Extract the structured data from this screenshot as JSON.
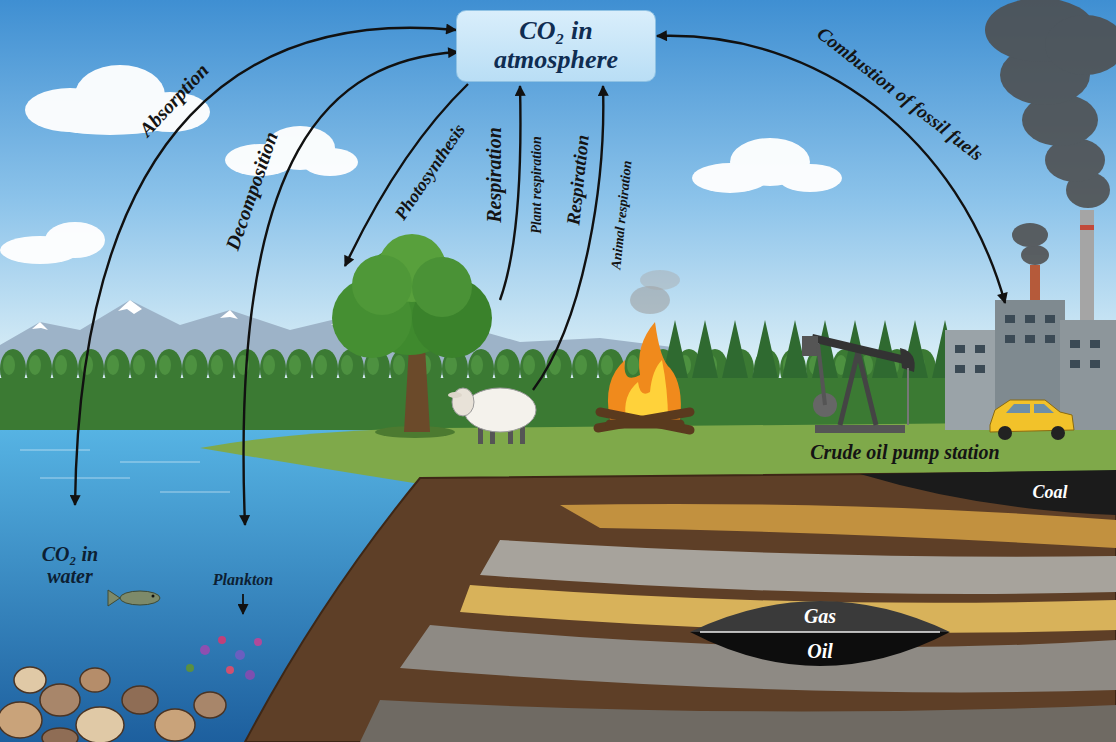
{
  "diagram": {
    "nodes": [
      {
        "text": [
          "CO₂ in atmosphere"
        ]
      }
    ],
    "labels": [
      "Absorption",
      "Decomposition",
      "Photosynthesis",
      "Respiration",
      "Plant respiration",
      "Respiration",
      "Animal respiration",
      "Combustion of fossil fuels",
      "Crude oil pump station",
      "Coal",
      "CO₂ in water",
      "Plankton",
      "Gas",
      "Oil"
    ]
  }
}
